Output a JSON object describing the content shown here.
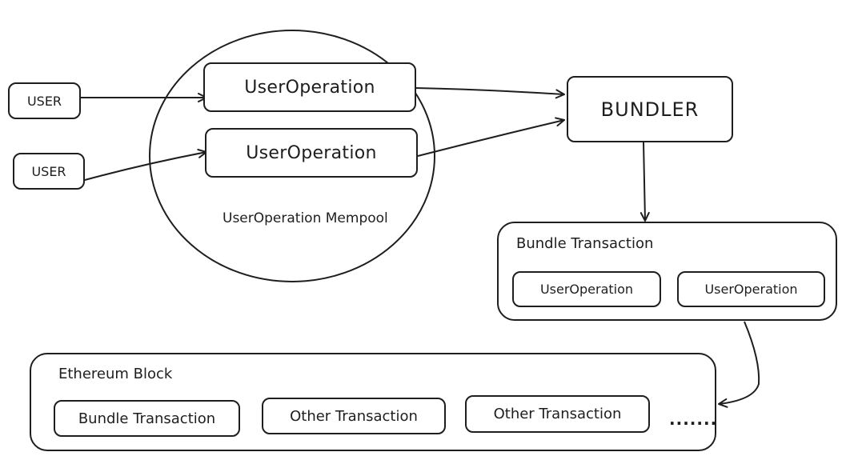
{
  "users": [
    "USER",
    "USER"
  ],
  "mempool": {
    "label": "UserOperation Mempool",
    "operations": [
      "UserOperation",
      "UserOperation"
    ]
  },
  "bundler": {
    "label": "BUNDLER"
  },
  "bundle_transaction": {
    "title": "Bundle Transaction",
    "operations": [
      "UserOperation",
      "UserOperation"
    ]
  },
  "ethereum_block": {
    "title": "Ethereum Block",
    "transactions": [
      "Bundle Transaction",
      "Other Transaction",
      "Other Transaction"
    ],
    "ellipsis": "......."
  },
  "colors": {
    "stroke": "#1e1e1e",
    "background": "#ffffff"
  }
}
